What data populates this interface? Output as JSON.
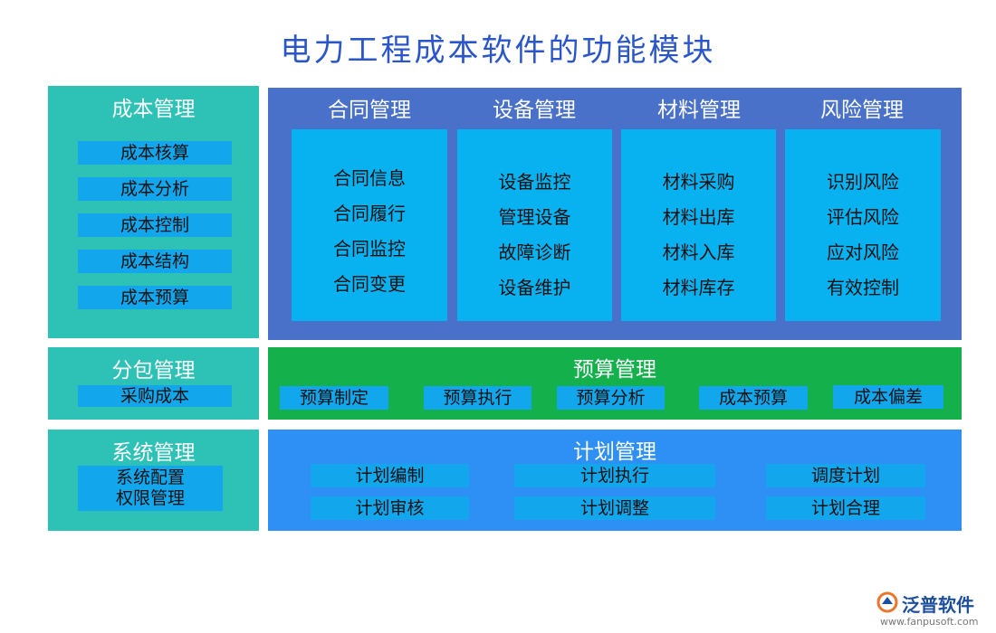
{
  "title": "电力工程成本软件的功能模块",
  "cost_mgmt": {
    "title": "成本管理",
    "items": [
      "成本核算",
      "成本分析",
      "成本控制",
      "成本结构",
      "成本预算"
    ]
  },
  "main_modules": [
    {
      "title": "合同管理",
      "items": [
        "合同信息",
        "合同履行",
        "合同监控",
        "合同变更"
      ]
    },
    {
      "title": "设备管理",
      "items": [
        "设备监控",
        "管理设备",
        "故障诊断",
        "设备维护"
      ]
    },
    {
      "title": "材料管理",
      "items": [
        "材料采购",
        "材料出库",
        "材料入库",
        "材料库存"
      ]
    },
    {
      "title": "风险管理",
      "items": [
        "识别风险",
        "评估风险",
        "应对风险",
        "有效控制"
      ]
    }
  ],
  "subcontract": {
    "title": "分包管理",
    "items": [
      "采购成本"
    ]
  },
  "budget": {
    "title": "预算管理",
    "items": [
      "预算制定",
      "预算执行",
      "预算分析",
      "成本预算",
      "成本偏差"
    ]
  },
  "system": {
    "title": "系统管理",
    "items": [
      "系统配置",
      "权限管理"
    ]
  },
  "plan": {
    "title": "计划管理",
    "items": [
      "计划编制",
      "计划执行",
      "调度计划",
      "计划审核",
      "计划调整",
      "计划合理"
    ]
  },
  "brand": {
    "name": "泛普软件",
    "url": "www.fanpusoft.com"
  },
  "colors": {
    "title": "#2a56c9",
    "teal_panel": "#2dc2b5",
    "blue_panel": "#4a71c9",
    "green_panel": "#14b04c",
    "plan_panel": "#2e8ff5",
    "chip": "#12a7ec",
    "card": "#08b1f0"
  }
}
